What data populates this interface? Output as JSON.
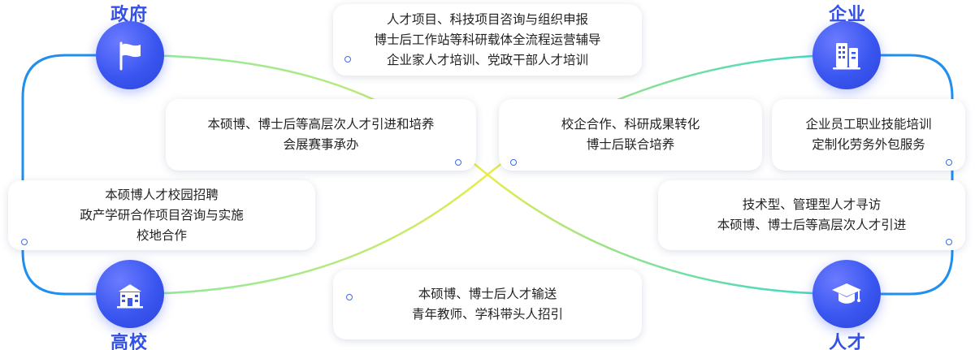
{
  "nodes": {
    "government": {
      "label": "政府",
      "icon": "flag-icon"
    },
    "enterprise": {
      "label": "企业",
      "icon": "building-icon"
    },
    "university": {
      "label": "高校",
      "icon": "school-icon"
    },
    "talent": {
      "label": "人才",
      "icon": "graduation-cap-icon"
    }
  },
  "cards": {
    "top_center": [
      "人才项目、科技项目咨询与组织申报",
      "博士后工作站等科研载体全流程运营辅导",
      "企业家人才培训、党政干部人才培训"
    ],
    "gov_talent": [
      "本硕博、博士后等高层次人才引进和培养",
      "会展赛事承办"
    ],
    "univ_enterprise": [
      "校企合作、科研成果转化",
      "博士后联合培养"
    ],
    "enterprise_right": [
      "企业员工职业技能培训",
      "定制化劳务外包服务"
    ],
    "left_middle": [
      "本硕博人才校园招聘",
      "政产学研合作项目咨询与实施",
      "校地合作"
    ],
    "right_middle": [
      "技术型、管理型人才寻访",
      "本硕博、博士后等高层次人才引进"
    ],
    "bottom_center": [
      "本硕博、博士后人才输送",
      "青年教师、学科带头人招引"
    ]
  },
  "colors": {
    "accent": "#3451e6",
    "node_blue": "#3a56f0",
    "line_blue": "#1f8ff0",
    "line_teal": "#3fe0c4",
    "line_yellow": "#e8e84a"
  }
}
